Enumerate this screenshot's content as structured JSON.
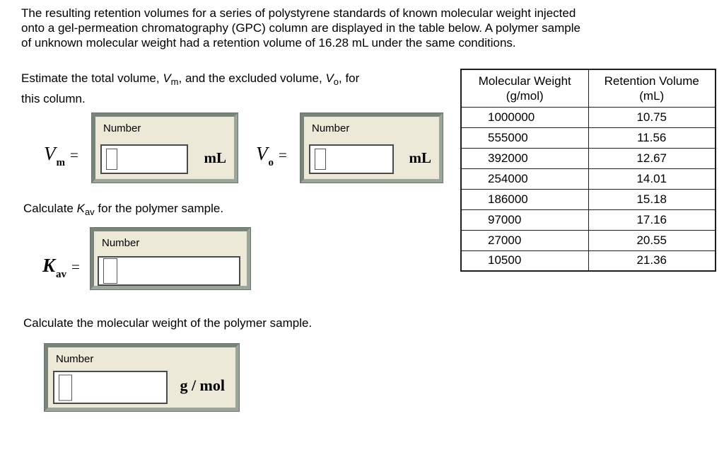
{
  "intro": {
    "text": "The resulting retention volumes for a series of polystyrene standards of known molecular weight injected\nonto a gel-permeation chromatography (GPC) column are displayed in the table below. A polymer sample\nof unknown molecular weight had a retention volume of 16.28 mL under the same conditions."
  },
  "questions": {
    "q1": {
      "pre": "Estimate the total volume, ",
      "var1": "V",
      "sub1": "m",
      "mid": ", and the excluded volume, ",
      "var2": "V",
      "sub2": "o",
      "post": ", for",
      "line2": "this column."
    },
    "q2": {
      "pre": "Calculate ",
      "var": "K",
      "sub": "av",
      "post": " for the polymer sample."
    },
    "q3": {
      "text": "Calculate the molecular weight of the polymer sample."
    }
  },
  "equations": {
    "vm": {
      "variable": "V",
      "subscript": "m",
      "equals": "="
    },
    "vo": {
      "variable": "V",
      "subscript": "o",
      "equals": "="
    },
    "kav": {
      "variable": "K",
      "subscript": "av",
      "equals": "="
    }
  },
  "answer_boxes": {
    "vm": {
      "label": "Number",
      "value": "",
      "unit": "mL"
    },
    "vo": {
      "label": "Number",
      "value": "",
      "unit": "mL"
    },
    "kav": {
      "label": "Number",
      "value": ""
    },
    "mw": {
      "label": "Number",
      "value": "",
      "unit": "g / mol"
    }
  },
  "table": {
    "headers": [
      "Molecular Weight\n(g/mol)",
      "Retention Volume\n(mL)"
    ],
    "rows": [
      [
        "1000000",
        "10.75"
      ],
      [
        "555000",
        "11.56"
      ],
      [
        "392000",
        "12.67"
      ],
      [
        "254000",
        "14.01"
      ],
      [
        "186000",
        "15.18"
      ],
      [
        "97000",
        "17.16"
      ],
      [
        "27000",
        "20.55"
      ],
      [
        "10500",
        "21.36"
      ]
    ]
  },
  "colors": {
    "box_background": "#ece9d8",
    "box_frame": "#8f998f",
    "page_background": "#ffffff",
    "text": "#000000"
  }
}
